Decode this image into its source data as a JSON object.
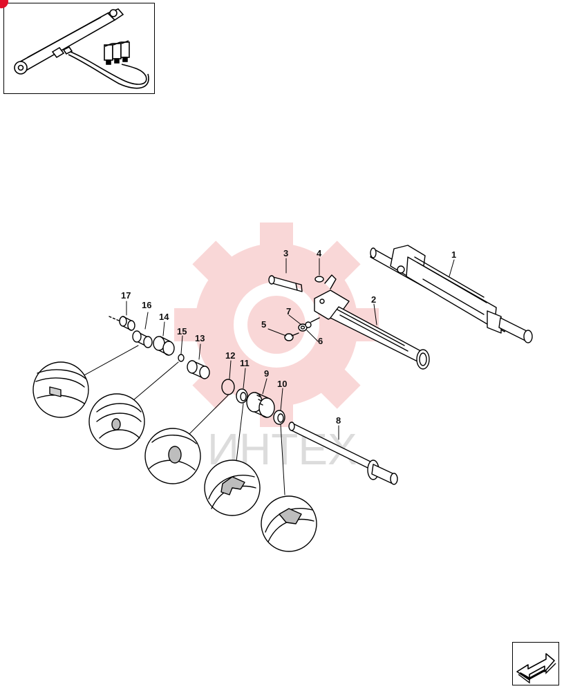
{
  "watermark": {
    "text": "ИНТЕХ",
    "color": "#f5b8b8",
    "text_color": "#d9d9d9"
  },
  "accent": "#e0102a",
  "callouts": {
    "c1": "1",
    "c2": "2",
    "c3": "3",
    "c4": "4",
    "c5": "5",
    "c6": "6",
    "c7": "7",
    "c8": "8",
    "c9": "9",
    "c10": "10",
    "c11": "11",
    "c12": "12",
    "c13": "13",
    "c14": "14",
    "c15": "15",
    "c16": "16",
    "c17": "17"
  },
  "icons": {
    "thumbnail": "hydraulic-cylinder-assembly-thumbnail",
    "next_page": "arrow-next-page-icon"
  }
}
